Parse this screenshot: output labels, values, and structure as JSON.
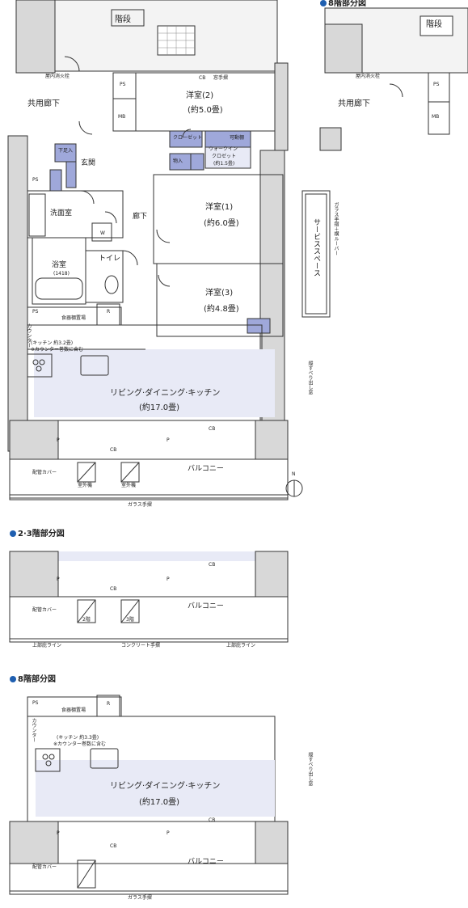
{
  "sections": {
    "floor8_top": "8階部分図",
    "floor23": "2·3階部分図",
    "floor8_bottom": "8階部分図"
  },
  "main": {
    "stairs": "階段",
    "fire_door": "屋内消火栓",
    "corridor_shared": "共用廊下",
    "ps": "PS",
    "mb": "MB",
    "cb": "CB",
    "window_rail": "窓手摺",
    "bedroom2": "洋室(2)",
    "bedroom2_size": "(約5.0畳)",
    "closet": "クローゼット",
    "movable_shelf": "可動棚",
    "storage": "物入",
    "wic": "ウォークイン",
    "wic2": "クロゼット",
    "wic_size": "(約1.5畳)",
    "shoe_box": "下足入",
    "entrance": "玄関",
    "washroom": "洗面室",
    "hall": "廊下",
    "bedroom1": "洋室(1)",
    "bedroom1_size": "(約6.0畳)",
    "bedroom3": "洋室(3)",
    "bedroom3_size": "(約4.8畳)",
    "bath": "浴室",
    "bath_size": "(1418)",
    "toilet": "トイレ",
    "w": "W",
    "r": "R",
    "dish_storage": "食器棚置場",
    "counter": "カウンター",
    "kitchen": "(キッチン 約3.2畳)",
    "kitchen_note": "※カウンター巻数に含む",
    "ldk": "リビング·ダイニング·キッチン",
    "ldk_size": "(約17.0畳)",
    "service_space": "サービススペース",
    "balcony": "バルコニー",
    "glass_rail": "ガラス手摺",
    "p": "P",
    "pipe_cover": "配管カバー",
    "outdoor_unit": "室外機",
    "slide_out": "縦すべり出し窓",
    "glass_louver": "ガラス手摺＋横ルーバー"
  },
  "floor23": {
    "balcony": "バルコニー",
    "floor2": "2階",
    "floor3": "3階",
    "upper_eave": "上部庇ライン",
    "concrete_rail": "コンクリート手摺"
  },
  "floor8": {
    "dish_storage": "食器棚置場",
    "counter": "カウンター",
    "kitchen": "(キッチン 約3.3畳)",
    "kitchen_note": "※カウンター巻数に含む",
    "ldk": "リビング·ダイニング·キッチン",
    "ldk_size": "(約17.0畳)",
    "balcony": "バルコニー",
    "glass_rail": "ガラス手摺",
    "slide_out": "縦すべり出し窓",
    "r": "R"
  },
  "colors": {
    "ldk_fill": "#e8eaf6",
    "closet_fill": "#9fa8da",
    "wall": "#d8d8d8",
    "accent": "#1f5fb0"
  }
}
